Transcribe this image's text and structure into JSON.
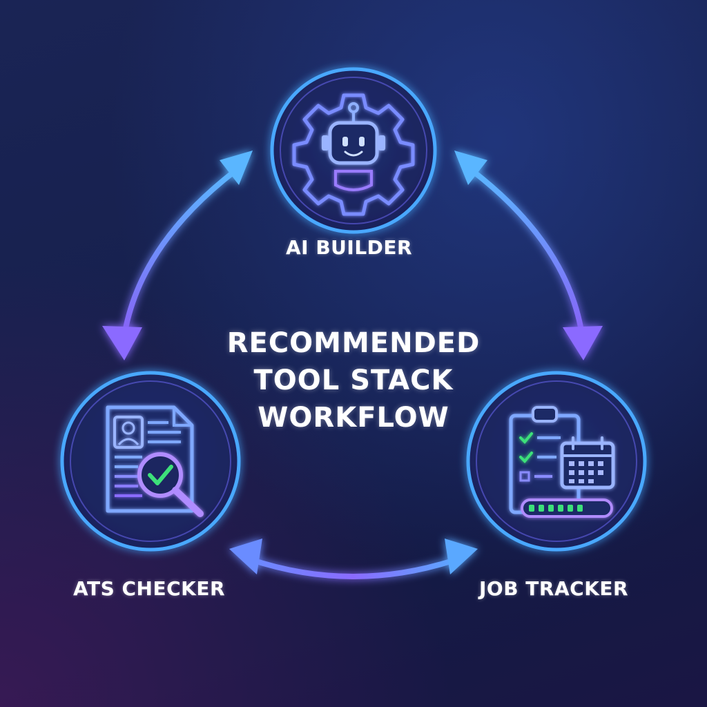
{
  "title_lines": [
    "RECOMMENDED",
    "TOOL STACK",
    "WORKFLOW"
  ],
  "nodes": [
    {
      "label": "AI BUILDER",
      "icon": "robot-gear-icon"
    },
    {
      "label": "ATS CHECKER",
      "icon": "resume-magnifier-check-icon"
    },
    {
      "label": "JOB TRACKER",
      "icon": "clipboard-calendar-progress-icon"
    }
  ],
  "colors": {
    "background": "#16204d",
    "glow_blue": "#4aa8ff",
    "glow_purple": "#8a5cff",
    "check_green": "#3ee07a",
    "text": "#ffffff"
  }
}
